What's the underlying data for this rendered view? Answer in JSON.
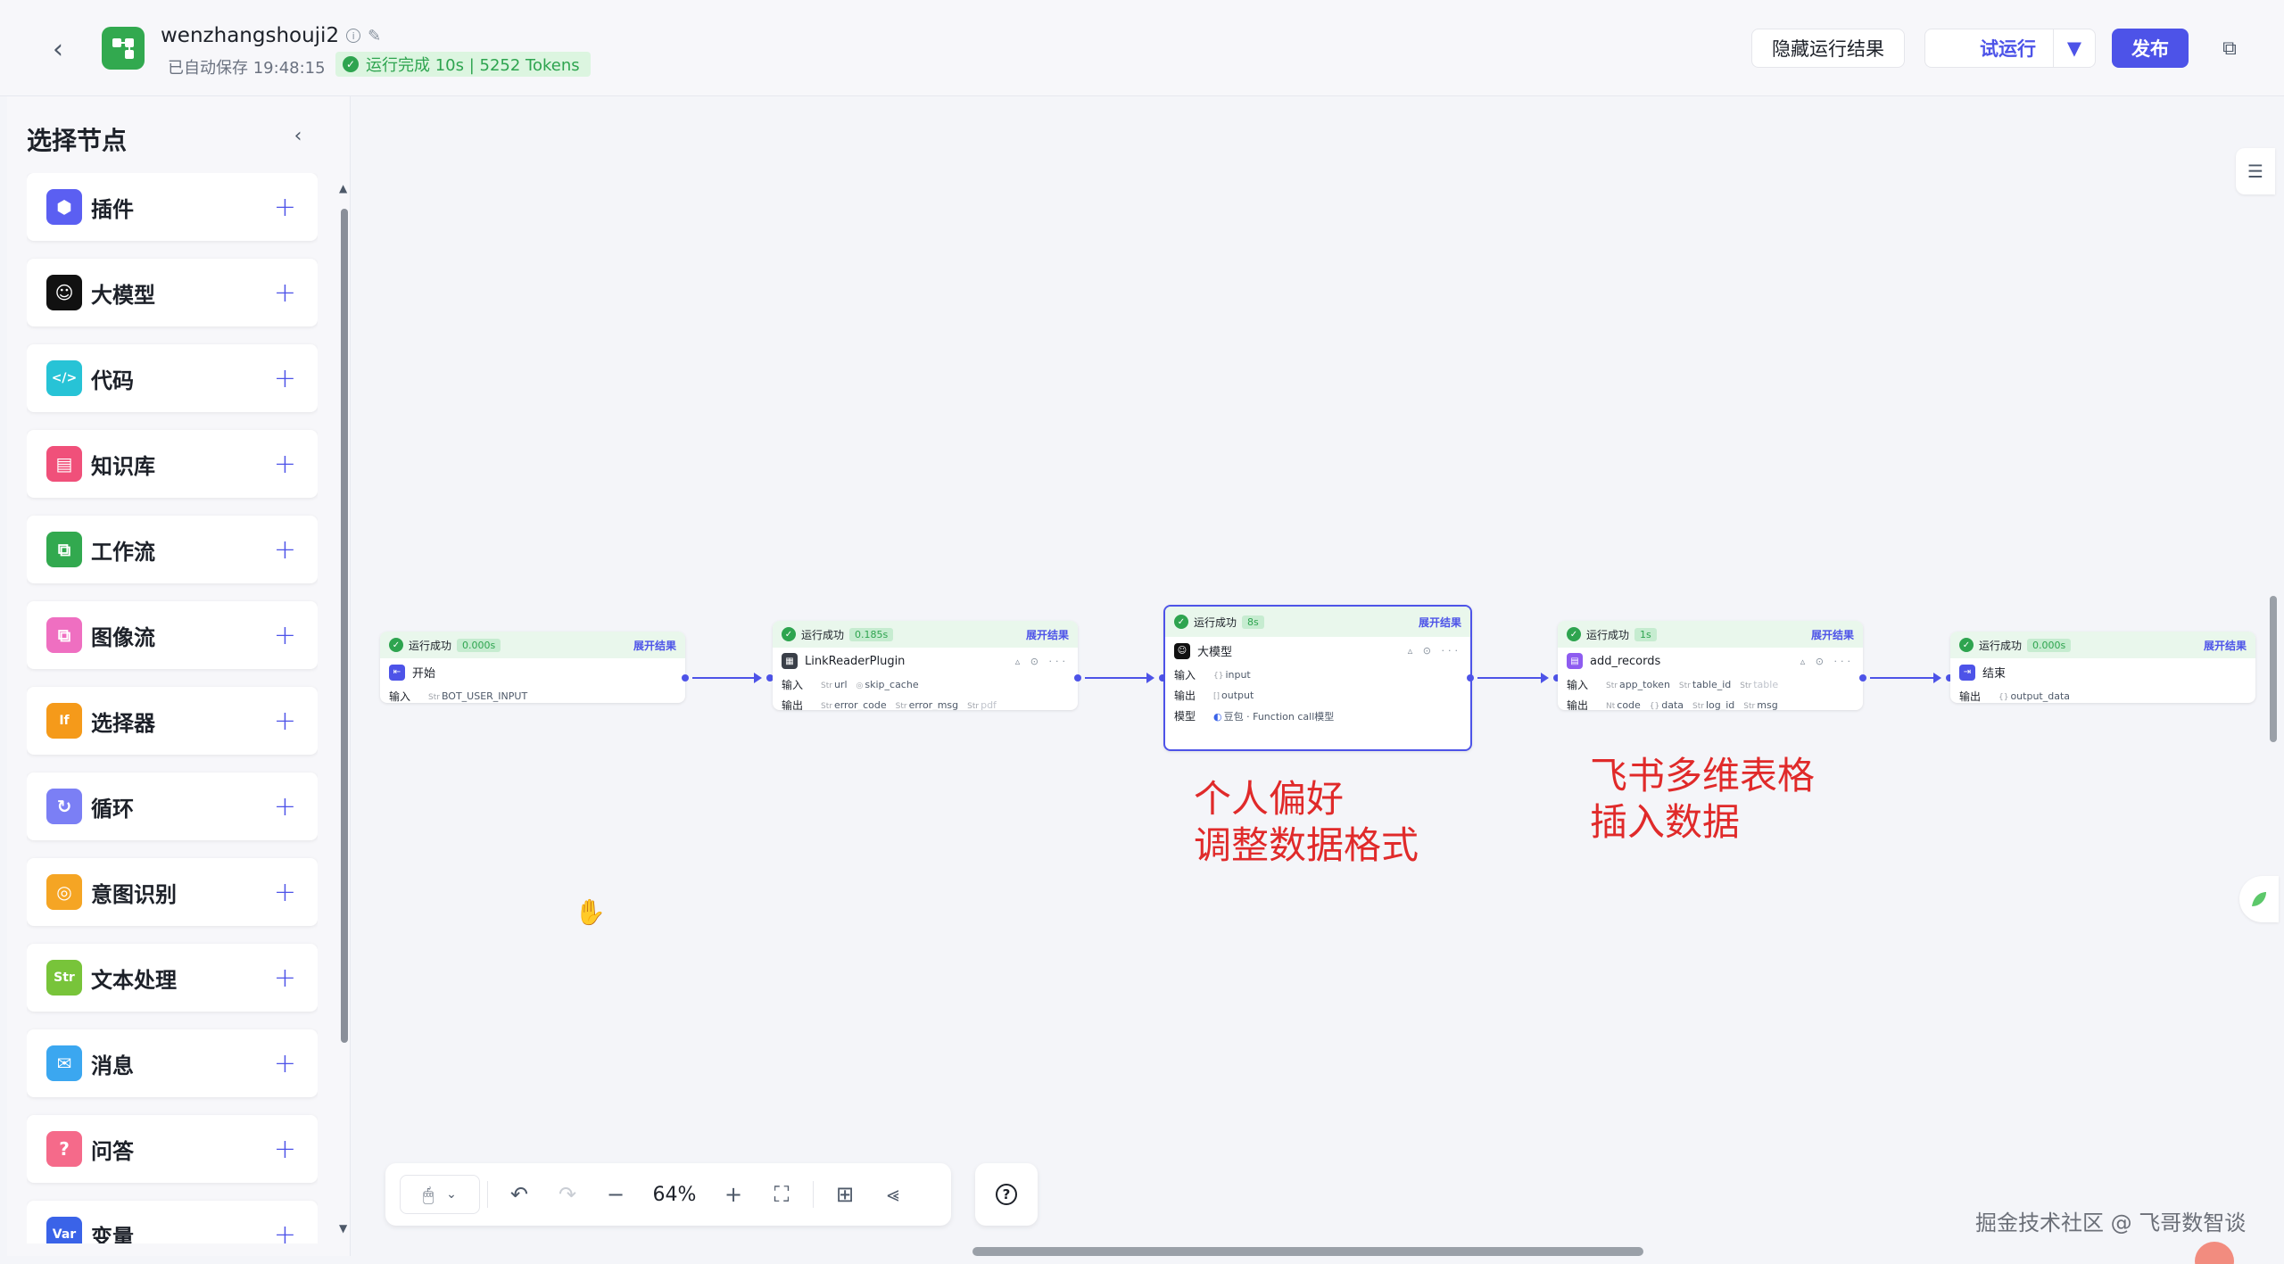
{
  "header": {
    "app_name": "wenzhangshouji2",
    "autosave": "已自动保存 19:48:15",
    "run_status": "运行完成 10s | 5252 Tokens",
    "hide_results": "隐藏运行结果",
    "trial_run": "试运行",
    "publish": "发布"
  },
  "sidebar": {
    "title": "选择节点",
    "items": [
      {
        "label": "插件",
        "color": "#5b5ff2",
        "icon": "cube-icon"
      },
      {
        "label": "大模型",
        "color": "#111111",
        "icon": "llm-icon"
      },
      {
        "label": "代码",
        "color": "#27c3d6",
        "icon": "code-icon"
      },
      {
        "label": "知识库",
        "color": "#f0507a",
        "icon": "knowledge-icon"
      },
      {
        "label": "工作流",
        "color": "#32a94f",
        "icon": "workflow-icon"
      },
      {
        "label": "图像流",
        "color": "#ef6fc1",
        "icon": "imageflow-icon"
      },
      {
        "label": "选择器",
        "color": "#f59a1a",
        "icon": "if-icon"
      },
      {
        "label": "循环",
        "color": "#7b7ff5",
        "icon": "loop-icon"
      },
      {
        "label": "意图识别",
        "color": "#f5a524",
        "icon": "intent-icon"
      },
      {
        "label": "文本处理",
        "color": "#78c43a",
        "icon": "text-icon"
      },
      {
        "label": "消息",
        "color": "#3ba7f0",
        "icon": "message-icon"
      },
      {
        "label": "问答",
        "color": "#f56a8a",
        "icon": "qa-icon"
      },
      {
        "label": "变量",
        "color": "#3a63e8",
        "icon": "variable-icon"
      }
    ]
  },
  "workflow": {
    "status_label": "运行成功",
    "expand_label": "展开结果",
    "input_label": "输入",
    "output_label": "输出",
    "model_label": "模型",
    "nodes": {
      "start": {
        "title": "开始",
        "time": "0.000s",
        "inputs": [
          "BOT_USER_INPUT"
        ]
      },
      "link": {
        "title": "LinkReaderPlugin",
        "time": "0.185s",
        "inputs": [
          "url",
          "skip_cache"
        ],
        "outputs": [
          "error_code",
          "error_msg",
          "pdf"
        ]
      },
      "llm": {
        "title": "大模型",
        "time": "8s",
        "inputs": [
          "input"
        ],
        "outputs": [
          "output"
        ],
        "model": "豆包 · Function call模型"
      },
      "records": {
        "title": "add_records",
        "time": "1s",
        "inputs": [
          "app_token",
          "table_id",
          "table"
        ],
        "outputs": [
          "code",
          "data",
          "log_id",
          "msg"
        ]
      },
      "end": {
        "title": "结束",
        "time": "0.000s",
        "outputs": [
          "output_data"
        ]
      }
    }
  },
  "annotations": {
    "llm_line1": "个人偏好",
    "llm_line2": "调整数据格式",
    "feishu_line1": "飞书多维表格",
    "feishu_line2": "插入数据"
  },
  "toolbar": {
    "zoom": "64%"
  },
  "watermark": "掘金技术社区 @ 飞哥数智谈"
}
